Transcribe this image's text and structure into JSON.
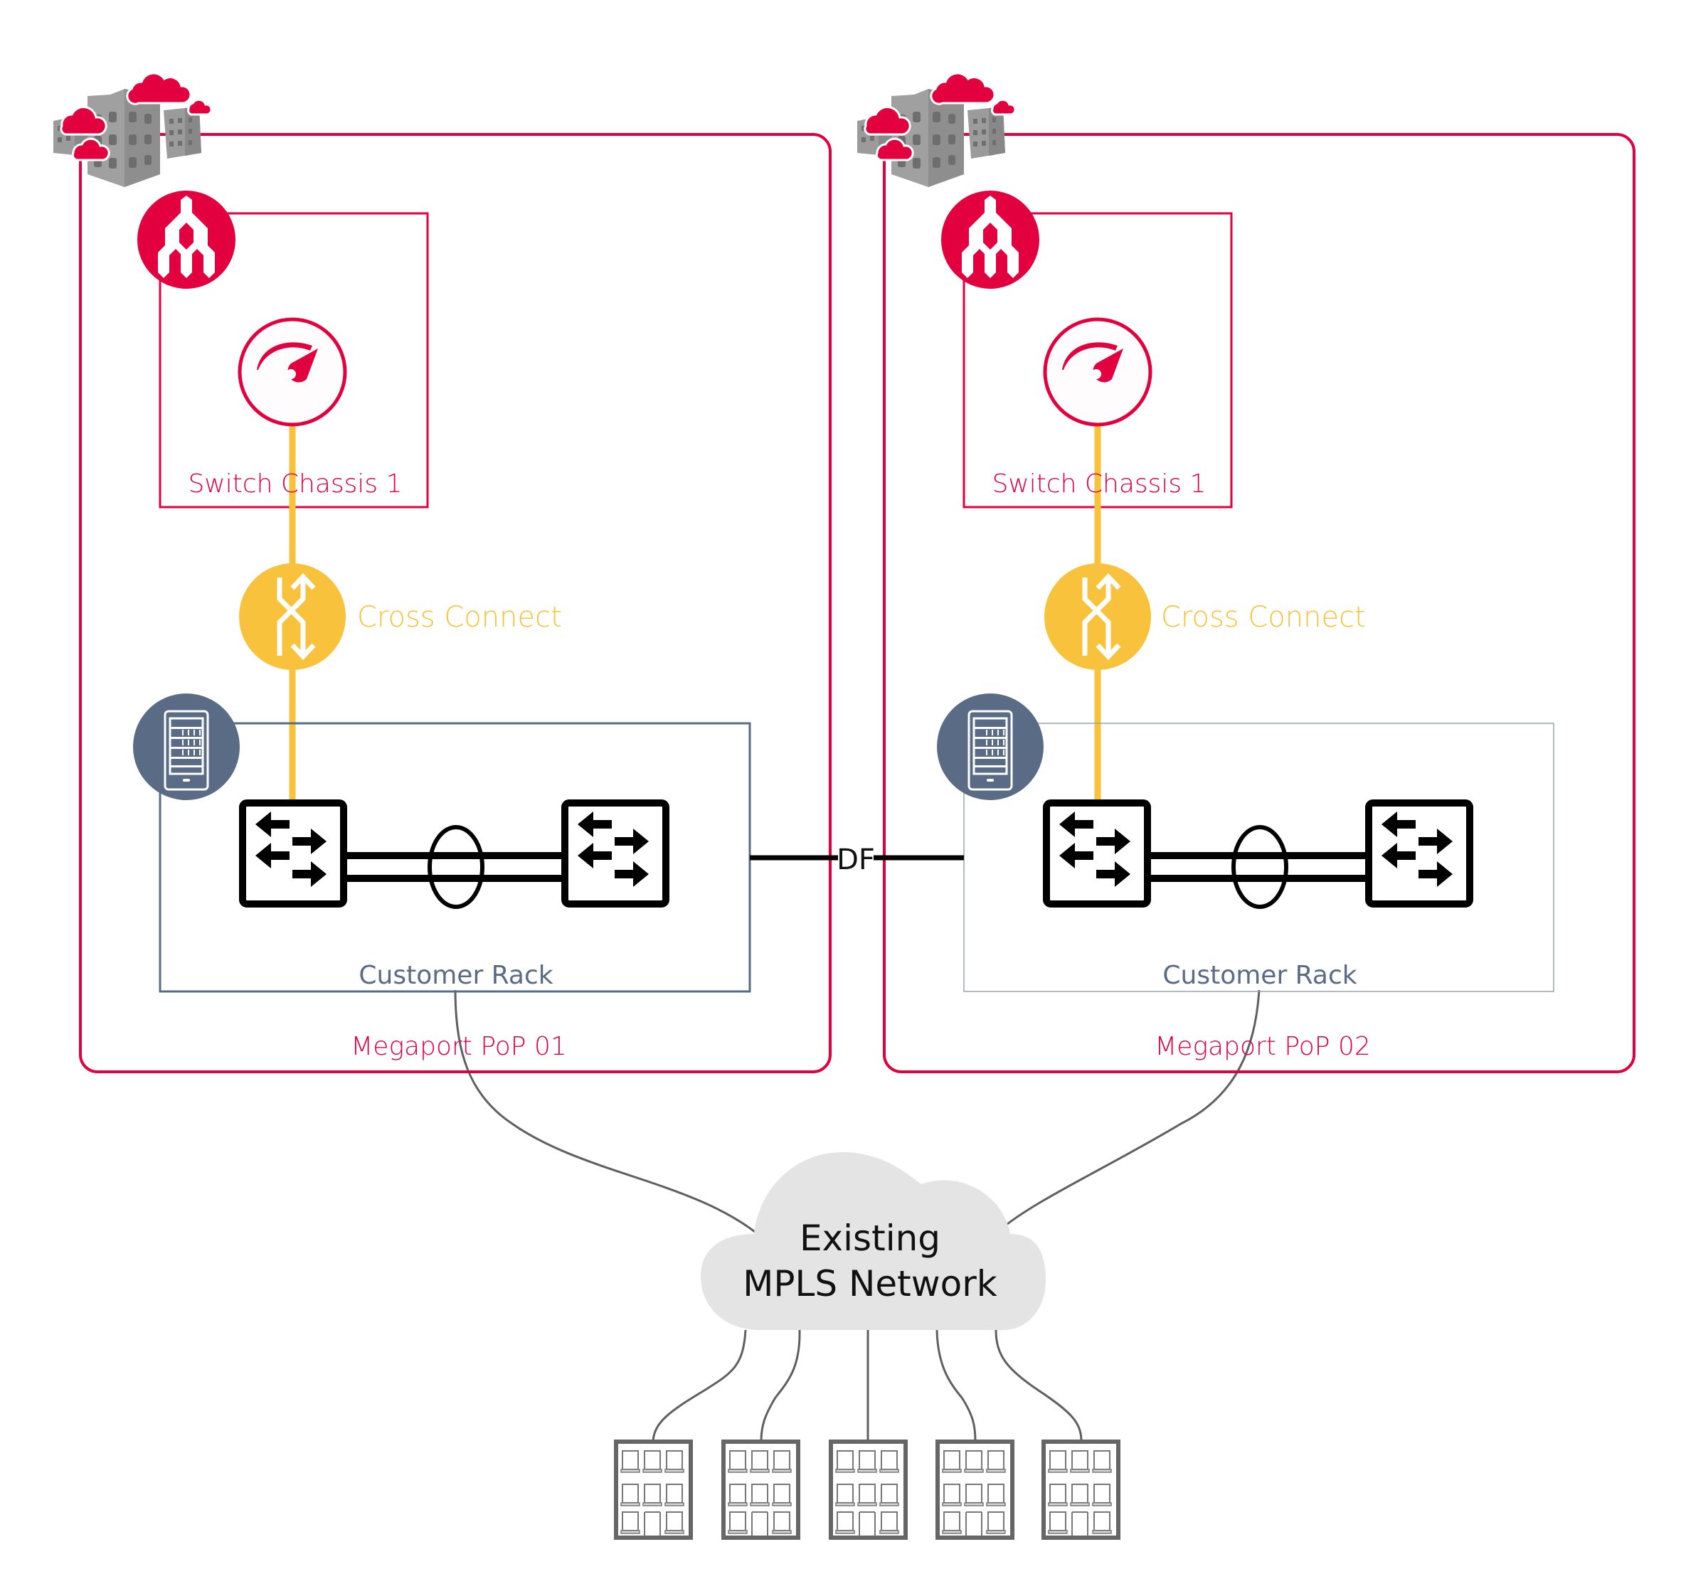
{
  "colors": {
    "brand_red": "#e2003e",
    "cross_connect_yellow": "#f9c23c",
    "rack_slate": "#5a6b85",
    "cable_grey": "#5f5f5f",
    "cloud_fill": "#e4e4e4",
    "building_grey": "#8c8c8c"
  },
  "pops": [
    {
      "label": "Megaport PoP 01",
      "datacenter_icon": "datacenter-cloud-buildings-icon",
      "chassis": {
        "label": "Switch Chassis 1",
        "brand_icon": "megaport-logo-icon",
        "port_icon": "speedometer-icon"
      },
      "cross_connect": {
        "label": "Cross Connect",
        "icon": "cross-connect-icon"
      },
      "rack": {
        "label": "Customer Rack",
        "icon": "server-rack-icon",
        "switches": [
          "network-switch-icon",
          "network-switch-icon"
        ],
        "lag_icon": "lag-bundle-icon"
      }
    },
    {
      "label": "Megaport PoP 02",
      "datacenter_icon": "datacenter-cloud-buildings-icon",
      "chassis": {
        "label": "Switch Chassis 1",
        "brand_icon": "megaport-logo-icon",
        "port_icon": "speedometer-icon"
      },
      "cross_connect": {
        "label": "Cross Connect",
        "icon": "cross-connect-icon"
      },
      "rack": {
        "label": "Customer Rack",
        "icon": "server-rack-icon",
        "switches": [
          "network-switch-icon",
          "network-switch-icon"
        ],
        "lag_icon": "lag-bundle-icon"
      }
    }
  ],
  "dark_fiber": {
    "label": "DF"
  },
  "mpls_cloud": {
    "line1": "Existing",
    "line2": "MPLS Network"
  },
  "branch_sites": [
    {
      "icon": "office-building-icon"
    },
    {
      "icon": "office-building-icon"
    },
    {
      "icon": "office-building-icon"
    },
    {
      "icon": "office-building-icon"
    },
    {
      "icon": "office-building-icon"
    }
  ]
}
